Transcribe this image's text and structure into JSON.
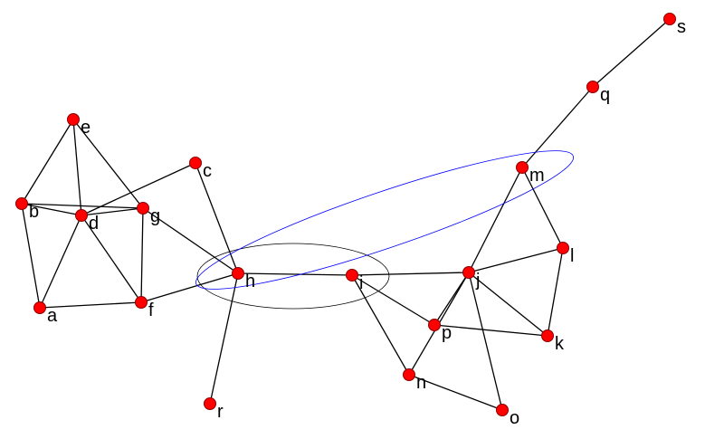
{
  "graph": {
    "nodes": [
      "a",
      "b",
      "c",
      "d",
      "e",
      "f",
      "g",
      "h",
      "i",
      "j",
      "k",
      "l",
      "m",
      "n",
      "o",
      "p",
      "q",
      "r",
      "s"
    ],
    "edges": [
      [
        "e",
        "b"
      ],
      [
        "e",
        "d"
      ],
      [
        "e",
        "g"
      ],
      [
        "b",
        "d"
      ],
      [
        "b",
        "g"
      ],
      [
        "b",
        "a"
      ],
      [
        "d",
        "g"
      ],
      [
        "d",
        "a"
      ],
      [
        "d",
        "f"
      ],
      [
        "d",
        "c"
      ],
      [
        "g",
        "f"
      ],
      [
        "g",
        "h"
      ],
      [
        "a",
        "f"
      ],
      [
        "f",
        "h"
      ],
      [
        "c",
        "h"
      ],
      [
        "h",
        "r"
      ],
      [
        "h",
        "i"
      ],
      [
        "i",
        "j"
      ],
      [
        "i",
        "p"
      ],
      [
        "i",
        "n"
      ],
      [
        "j",
        "m"
      ],
      [
        "j",
        "l"
      ],
      [
        "j",
        "k"
      ],
      [
        "j",
        "p"
      ],
      [
        "j",
        "n"
      ],
      [
        "j",
        "o"
      ],
      [
        "m",
        "l"
      ],
      [
        "m",
        "q"
      ],
      [
        "q",
        "s"
      ],
      [
        "l",
        "k"
      ],
      [
        "p",
        "k"
      ],
      [
        "n",
        "o"
      ]
    ],
    "node_color": "#ff0000",
    "highlight_ellipses": [
      {
        "name": "black-ellipse",
        "color": "#000000"
      },
      {
        "name": "blue-ellipse",
        "color": "#0000ff"
      }
    ]
  }
}
